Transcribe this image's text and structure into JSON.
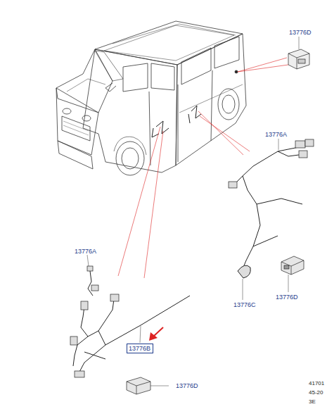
{
  "diagram": {
    "nodes": [
      {
        "text": [
          "13776B"
        ]
      }
    ],
    "labels": [
      "13776D",
      "13776A",
      "13776A",
      "13776C",
      "13776D",
      "13776D",
      "41701",
      "45-20",
      "3E"
    ]
  }
}
